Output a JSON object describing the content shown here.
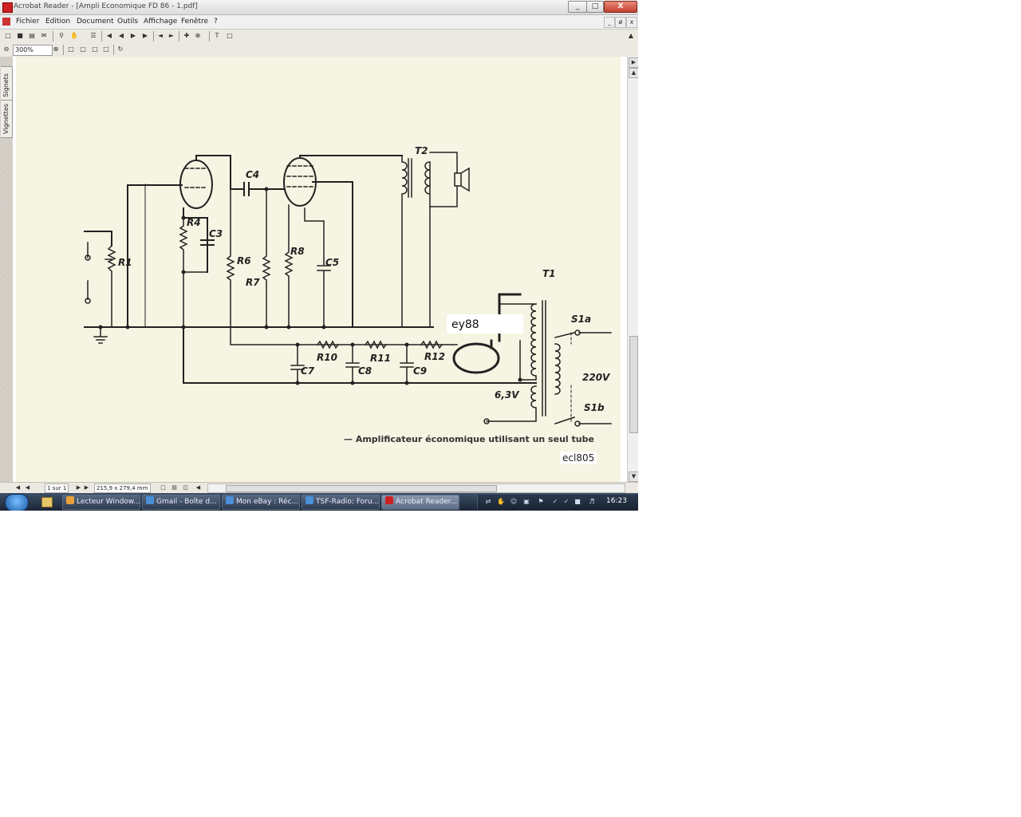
{
  "window": {
    "title": "Acrobat Reader - [Ampli Economique FD 86 - 1.pdf]",
    "minimize_label": "_",
    "restore_label": "□",
    "close_label": "X"
  },
  "menu": {
    "items": [
      "Fichier",
      "Edition",
      "Document",
      "Outils",
      "Affichage",
      "Fenêtre",
      "?"
    ],
    "doc_controls": [
      "_",
      "ø",
      "x"
    ]
  },
  "toolbar": {
    "zoom_value": "300%"
  },
  "navpane": {
    "tabs": [
      "Signets",
      "Vignettes"
    ]
  },
  "schematic": {
    "labels": {
      "t2": "T2",
      "c4": "C4",
      "c3": "C3",
      "r4": "R4",
      "r1": "R1",
      "r6": "R6",
      "r7": "R7",
      "r8": "R8",
      "c5": "C5",
      "t1": "T1",
      "s1a": "S1a",
      "s1b": "S1b",
      "v220": "220V",
      "v63": "6,3V",
      "r10": "R10",
      "r11": "R11",
      "r12": "R12",
      "c7": "C7",
      "c8": "C8",
      "c9": "C9",
      "ey88": "ey88"
    },
    "caption": "— Amplificateur économique utilisant un seul tube",
    "tube_label": "ecl805"
  },
  "statusbar": {
    "page": "1 sur 1",
    "page_size": "215,9 x 279,4 mm"
  },
  "taskbar": {
    "tasks": [
      {
        "label": "Lecteur Window...",
        "active": false,
        "color": "#e8a23a"
      },
      {
        "label": "Gmail - Boîte d...",
        "active": false,
        "color": "#4a8fd8"
      },
      {
        "label": "Mon eBay : Réc...",
        "active": false,
        "color": "#4a8fd8"
      },
      {
        "label": "TSF-Radio: Foru...",
        "active": false,
        "color": "#4a8fd8"
      },
      {
        "label": "Acrobat Reader...",
        "active": true,
        "color": "#cc2222"
      }
    ],
    "clock": "16:23"
  }
}
